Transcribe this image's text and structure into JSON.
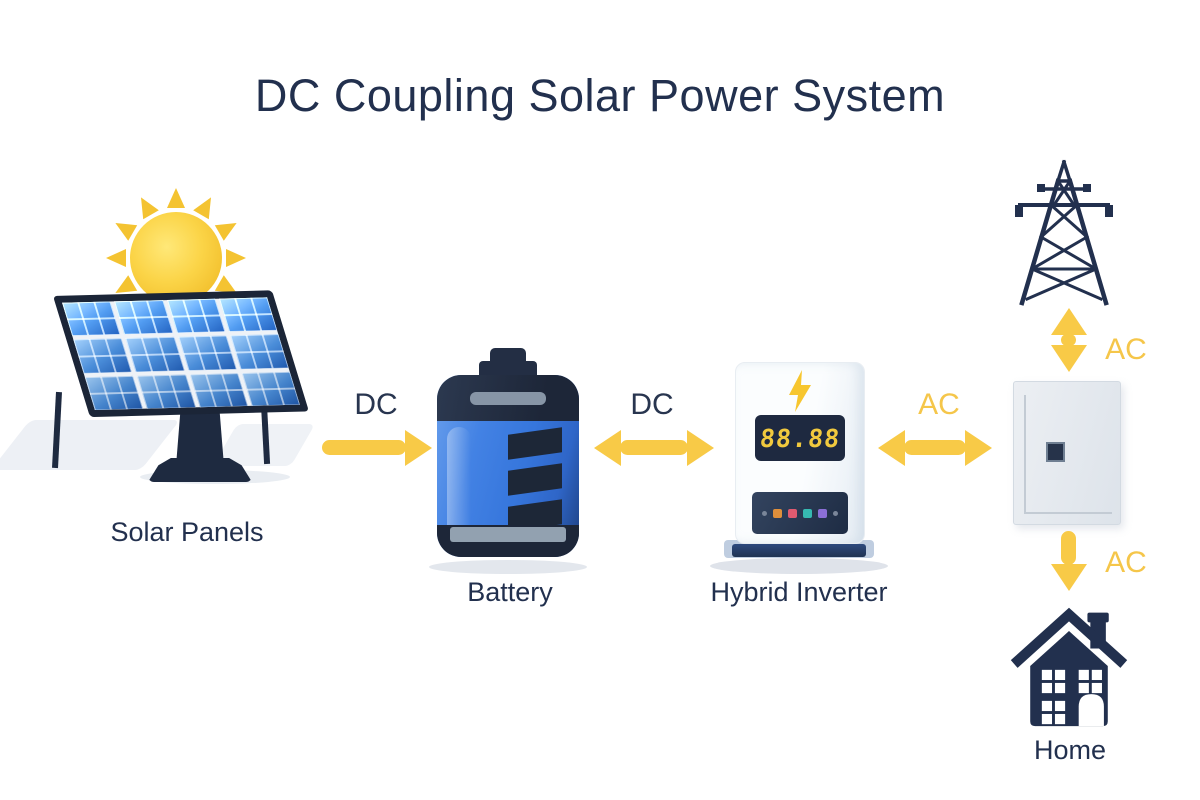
{
  "title": "DC Coupling Solar Power System",
  "nodes": {
    "solar_panels": {
      "label": "Solar Panels"
    },
    "battery": {
      "label": "Battery"
    },
    "hybrid_inverter": {
      "label": "Hybrid Inverter",
      "display_value": "88.88"
    },
    "distribution_panel": {},
    "grid_tower": {},
    "home": {
      "label": "Home"
    }
  },
  "connections": {
    "solar_to_battery": {
      "label": "DC",
      "direction": "one-way-right"
    },
    "battery_inverter": {
      "label": "DC",
      "direction": "two-way"
    },
    "inverter_panel": {
      "label": "AC",
      "direction": "two-way"
    },
    "panel_tower": {
      "label": "AC",
      "direction": "two-way"
    },
    "panel_home": {
      "label": "AC",
      "direction": "one-way-down"
    }
  },
  "colors": {
    "navy": "#22304e",
    "arrow_yellow": "#f8ca47",
    "ac_label_yellow": "#f5c64a",
    "battery_blue": "#3a7ae0",
    "solar_cell_blue": "#2f6cc0",
    "sun_yellow": "#f6cb3a"
  }
}
